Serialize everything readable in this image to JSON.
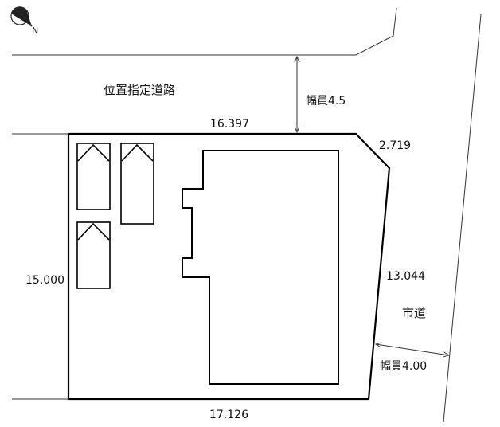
{
  "north_label": "N",
  "road": {
    "name": "位置指定道路",
    "width": "幅員4.5"
  },
  "city_road": {
    "name": "市道",
    "width": "幅員4.00"
  },
  "dimensions": {
    "top": "16.397",
    "corner": "2.719",
    "right": "13.044",
    "left": "15.000",
    "bottom": "17.126"
  },
  "icons": {
    "north": "north-arrow-icon"
  }
}
